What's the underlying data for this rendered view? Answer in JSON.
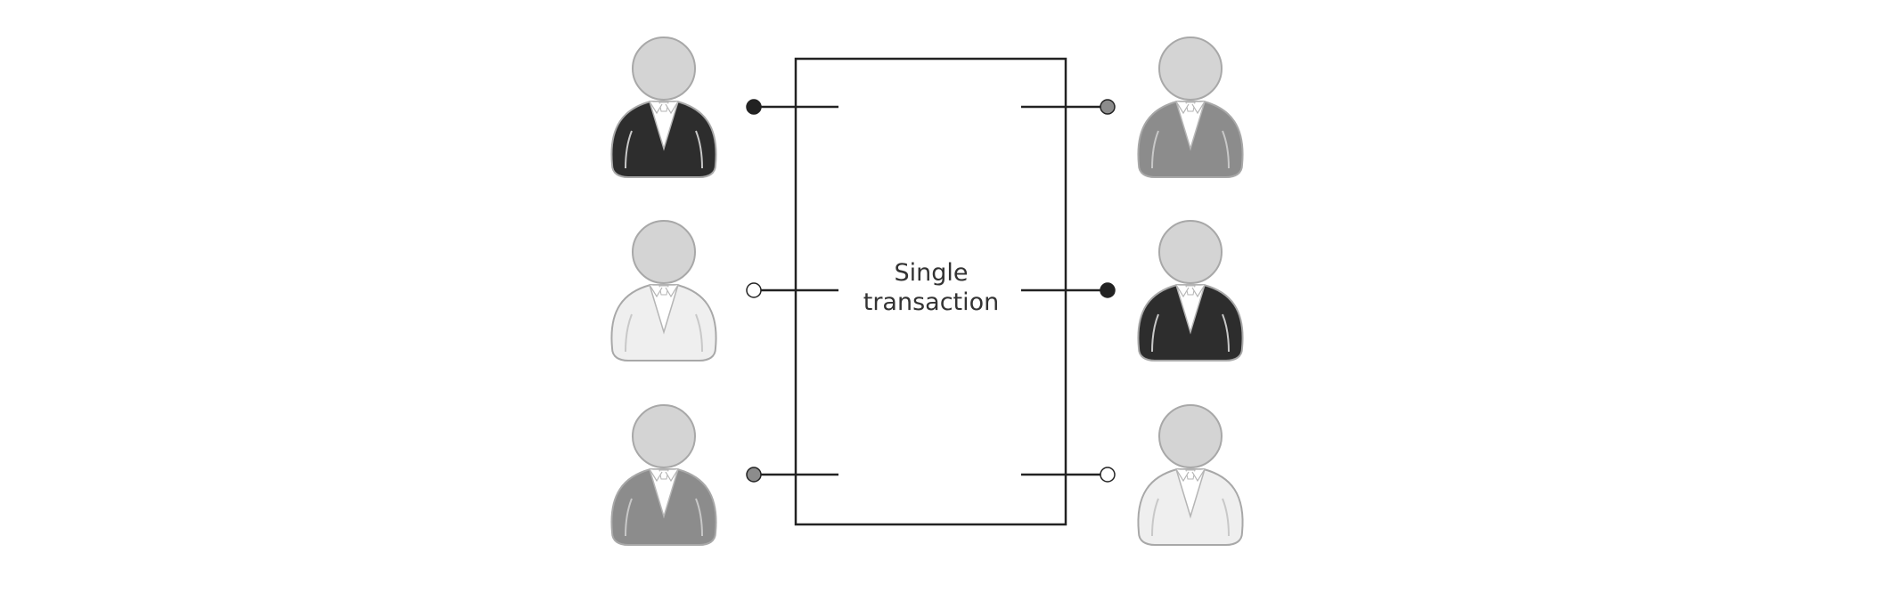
{
  "diagram": {
    "center_label_lines": [
      "Single",
      "transaction"
    ],
    "colors": {
      "dark": "#2d2d2d",
      "mid": "#8c8c8c",
      "light": "#efefef",
      "head": "#d4d4d4",
      "line": "#222222",
      "outline": "#a8a8a8"
    },
    "left_participants": [
      {
        "shade": "dark",
        "connector": "dark"
      },
      {
        "shade": "light",
        "connector": "light"
      },
      {
        "shade": "mid",
        "connector": "mid"
      }
    ],
    "right_participants": [
      {
        "shade": "mid",
        "connector": "mid"
      },
      {
        "shade": "dark",
        "connector": "dark"
      },
      {
        "shade": "light",
        "connector": "light"
      }
    ]
  }
}
